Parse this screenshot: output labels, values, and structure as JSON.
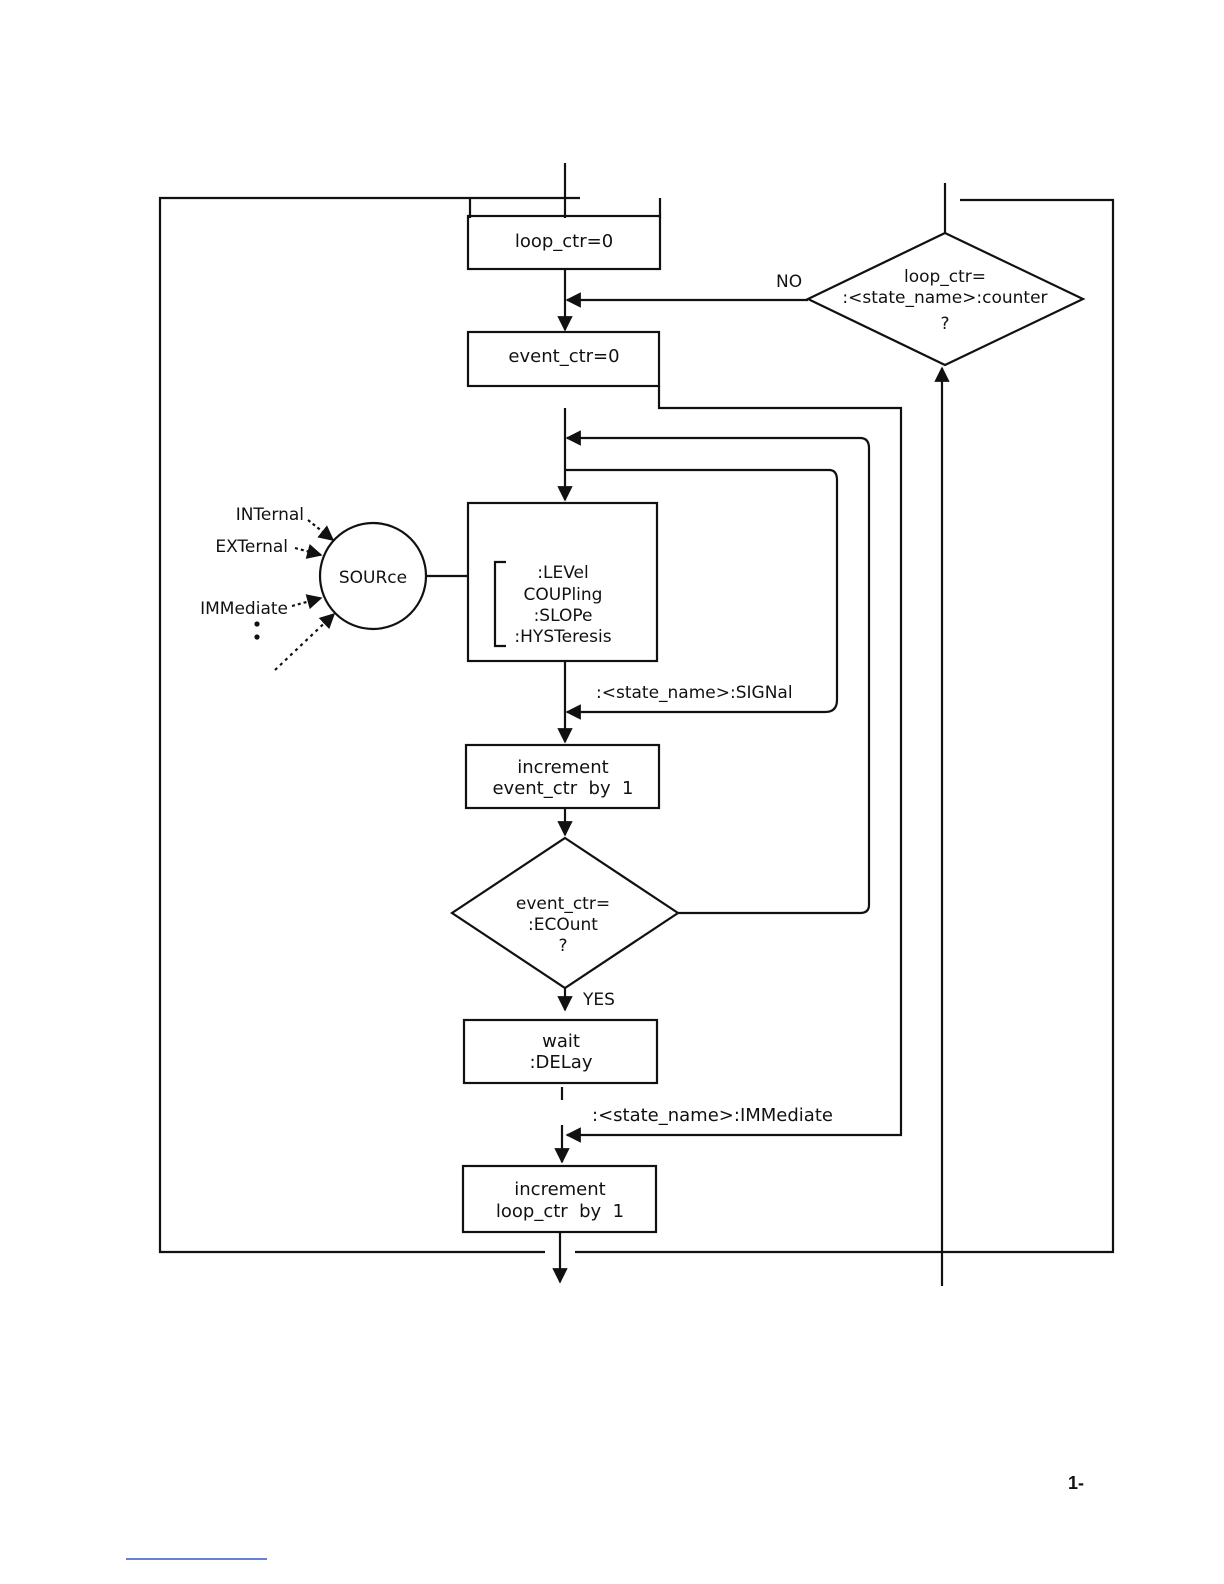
{
  "flowchart": {
    "loop_init": "loop_ctr=0",
    "event_init": "event_ctr=0",
    "source": "SOURce",
    "source_inputs": [
      "INTernal",
      "EXTernal",
      "IMMediate"
    ],
    "signal_params": [
      ":LEVel",
      "COUPling",
      ":SLOPe",
      ":HYSTeresis"
    ],
    "signal_label": ":<state_name>:SIGNal",
    "increment_event": [
      "increment",
      "event_ctr  by  1"
    ],
    "event_check": [
      "event_ctr=",
      ":ECOunt",
      "?"
    ],
    "yes_label": "YES",
    "wait_box": [
      "wait",
      ":DELay"
    ],
    "immediate_label": ":<state_name>:IMMediate",
    "increment_loop": [
      "increment",
      "loop_ctr  by  1"
    ],
    "loop_check": [
      "loop_ctr=",
      ":<state_name>:counter",
      "?"
    ],
    "no_label": "NO"
  },
  "page_number": "1-"
}
